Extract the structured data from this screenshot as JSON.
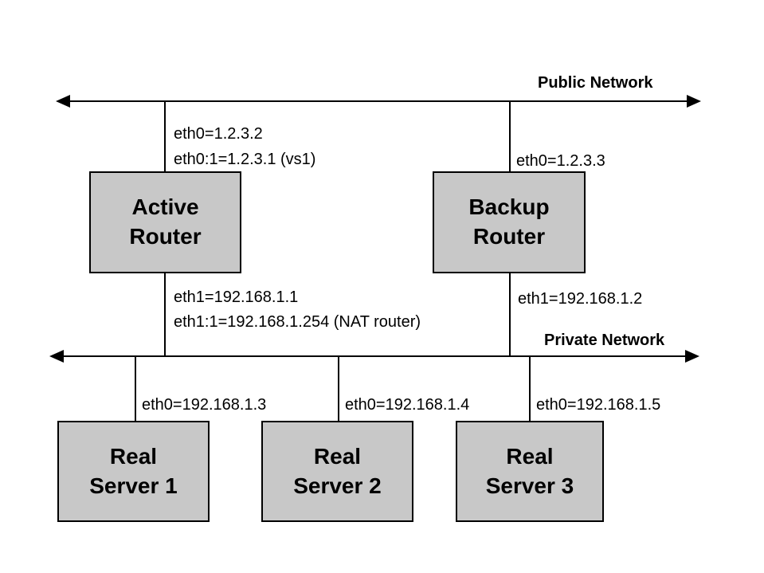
{
  "diagram": {
    "public_network_label": "Public Network",
    "private_network_label": "Private Network",
    "nodes": {
      "active_router": "Active\nRouter",
      "backup_router": "Backup\nRouter",
      "real_server_1": "Real\nServer 1",
      "real_server_2": "Real\nServer 2",
      "real_server_3": "Real\nServer 3"
    },
    "interface_labels": {
      "active_eth0": "eth0=1.2.3.2",
      "active_eth0_alias": "eth0:1=1.2.3.1 (vs1)",
      "backup_eth0": "eth0=1.2.3.3",
      "active_eth1": "eth1=192.168.1.1",
      "active_eth1_alias": "eth1:1=192.168.1.254 (NAT router)",
      "backup_eth1": "eth1=192.168.1.2",
      "server1_eth0": "eth0=192.168.1.3",
      "server2_eth0": "eth0=192.168.1.4",
      "server3_eth0": "eth0=192.168.1.5"
    }
  },
  "colors": {
    "box_fill": "#c8c8c8",
    "box_border": "#000000",
    "line": "#000000",
    "background": "#ffffff",
    "text": "#000000"
  }
}
